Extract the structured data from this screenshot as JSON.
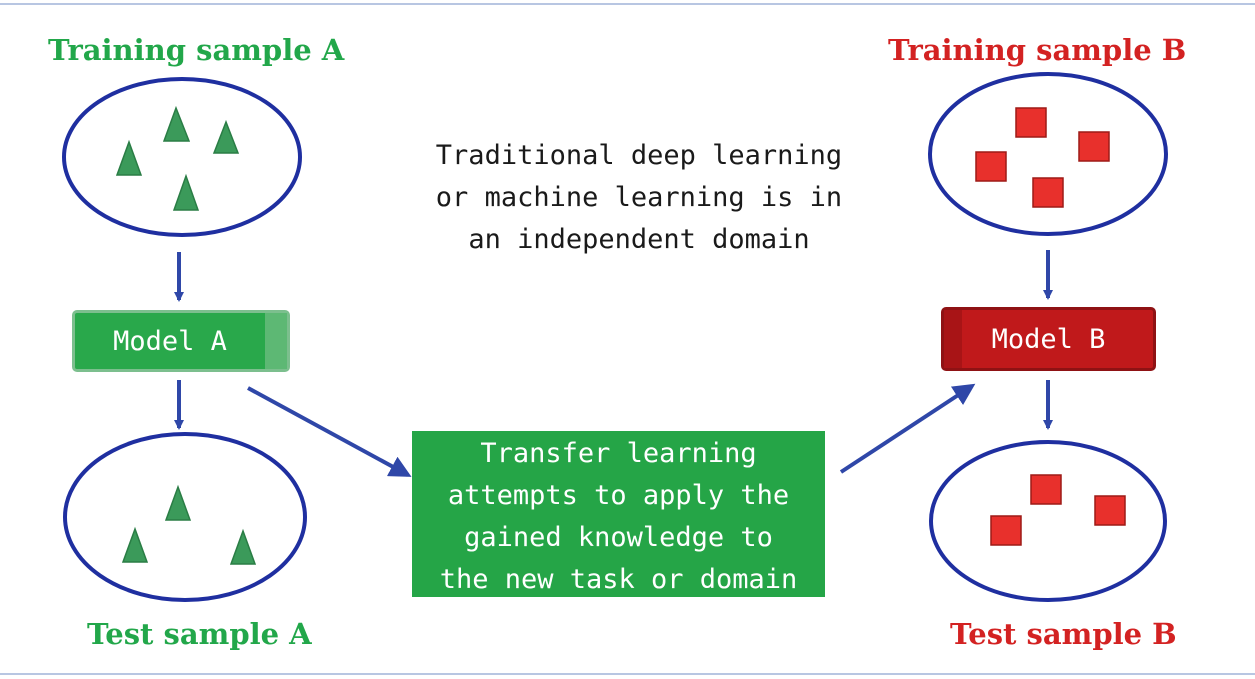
{
  "labels": {
    "training_a": "Training sample A",
    "training_b": "Training sample B",
    "test_a": "Test sample A",
    "test_b": "Test sample B"
  },
  "description": {
    "line1": "Traditional deep learning",
    "line2": "or machine learning is in",
    "line3": "an independent domain"
  },
  "models": {
    "a": "Model A",
    "b": "Model B"
  },
  "transfer": {
    "line1": "Transfer learning",
    "line2": "attempts to apply the",
    "line3": "gained knowledge to",
    "line4": "the new task or domain"
  },
  "colors": {
    "green": "#22a74a",
    "red": "#d32222",
    "arrow": "#2f47a8",
    "ellipse": "#1f2fa0"
  }
}
